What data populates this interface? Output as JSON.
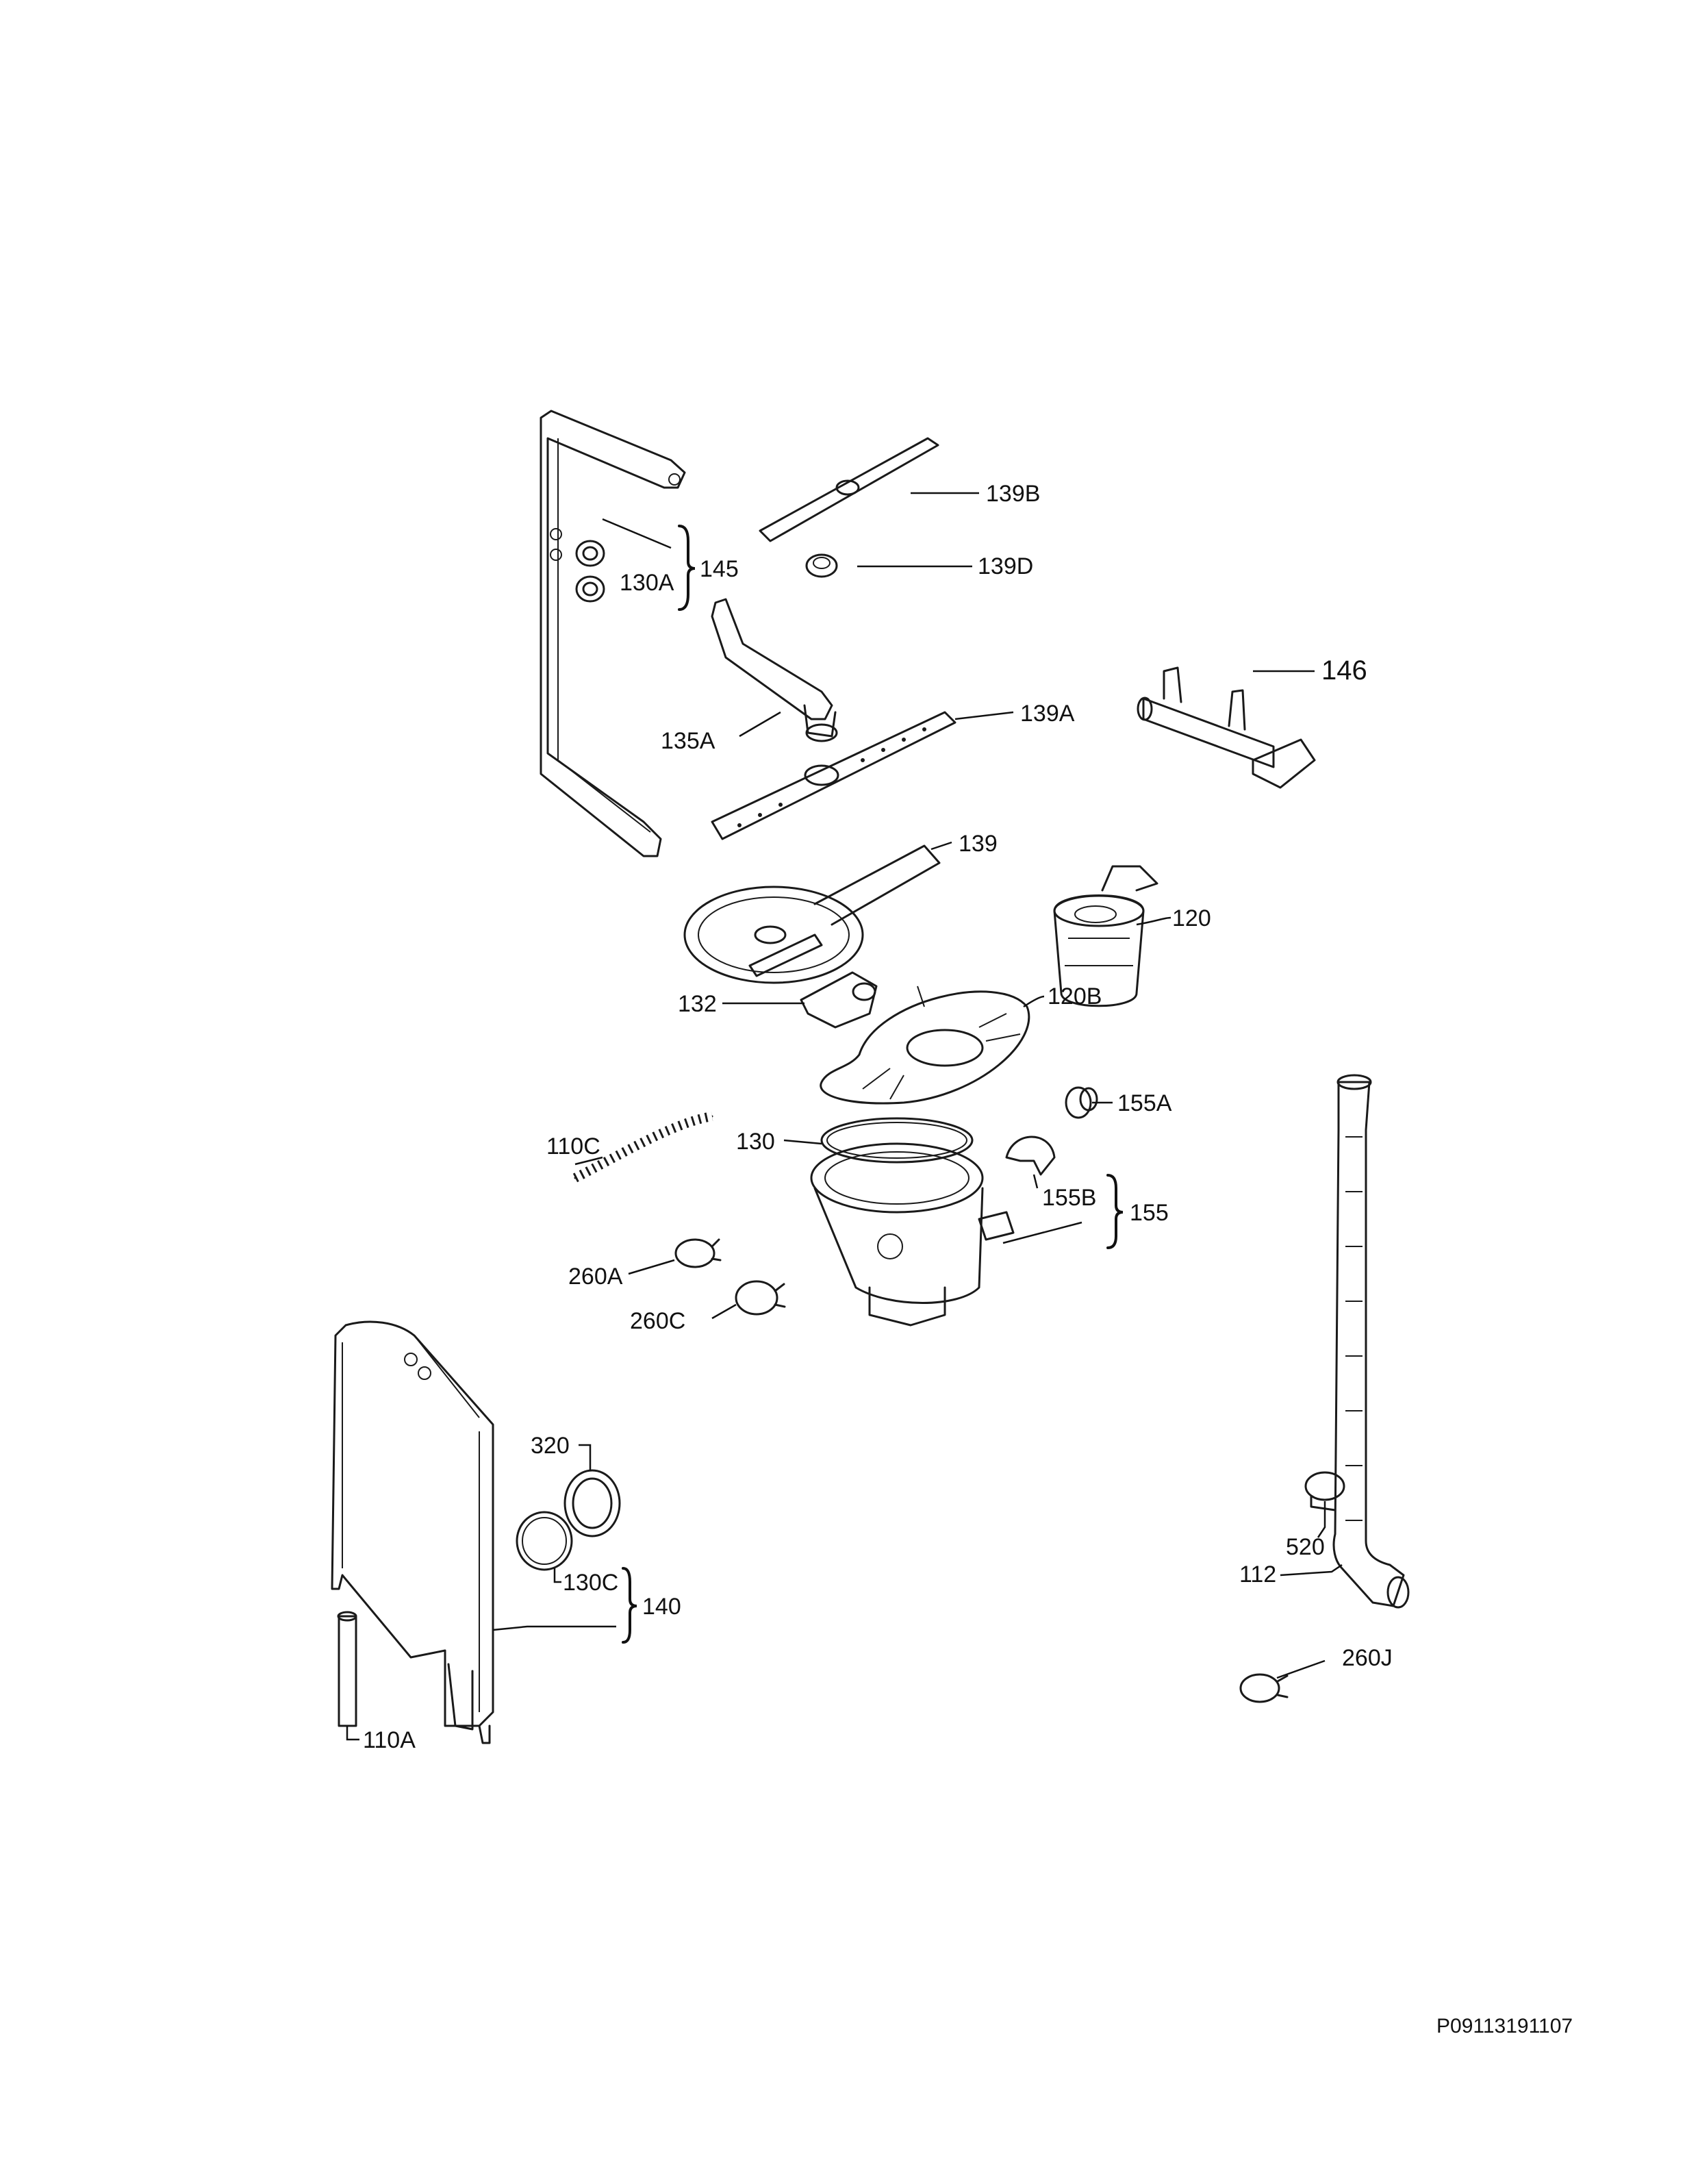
{
  "labels": {
    "l139B": "139B",
    "l139D": "139D",
    "l145": "145",
    "l130A": "130A",
    "l146": "146",
    "l135A": "135A",
    "l139A": "139A",
    "l139": "139",
    "l120": "120",
    "l132": "132",
    "l120B": "120B",
    "l155A": "155A",
    "l110C": "110C",
    "l130": "130",
    "l155B": "155B",
    "l155": "155",
    "l260A": "260A",
    "l260C": "260C",
    "l320": "320",
    "l130C": "130C",
    "l140": "140",
    "l520": "520",
    "l112": "112",
    "l260J": "260J",
    "l110A": "110A"
  },
  "drawing_code": "P09113191107"
}
